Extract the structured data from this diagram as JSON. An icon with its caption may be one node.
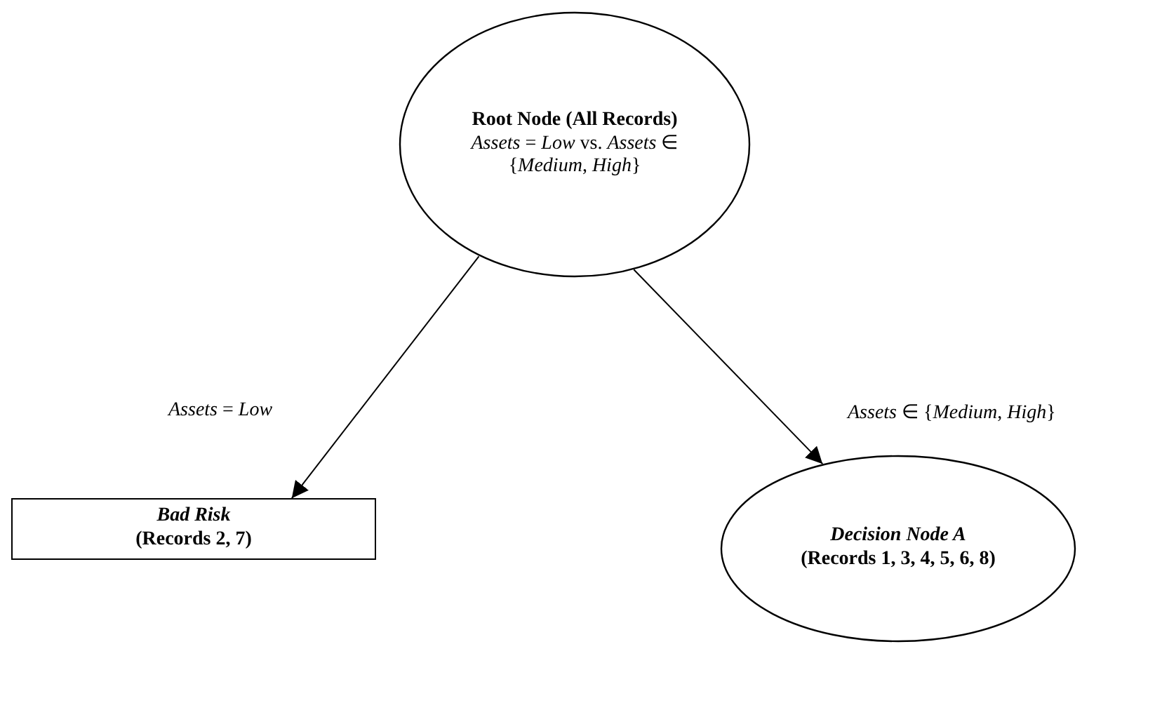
{
  "diagram": {
    "nodes": [
      {
        "text": [
          "Root Node (All Records)",
          "*Assets* = *Low* vs. *Assets* ∈ {*Medium*, *High*}"
        ]
      },
      {
        "text": [
          "Bad Risk",
          "(Records 2, 7)"
        ]
      },
      {
        "text": [
          "Decision Node A",
          "(Records 1, 3, 4, 5, 6, 8)"
        ]
      }
    ],
    "edges": [
      {
        "from": 0,
        "to": 1,
        "arrow": "to",
        "label": "*Assets* = *Low*"
      },
      {
        "from": 0,
        "to": 2,
        "arrow": "to",
        "label": "*Assets* ∈ {*Medium*, *High*}"
      }
    ]
  }
}
